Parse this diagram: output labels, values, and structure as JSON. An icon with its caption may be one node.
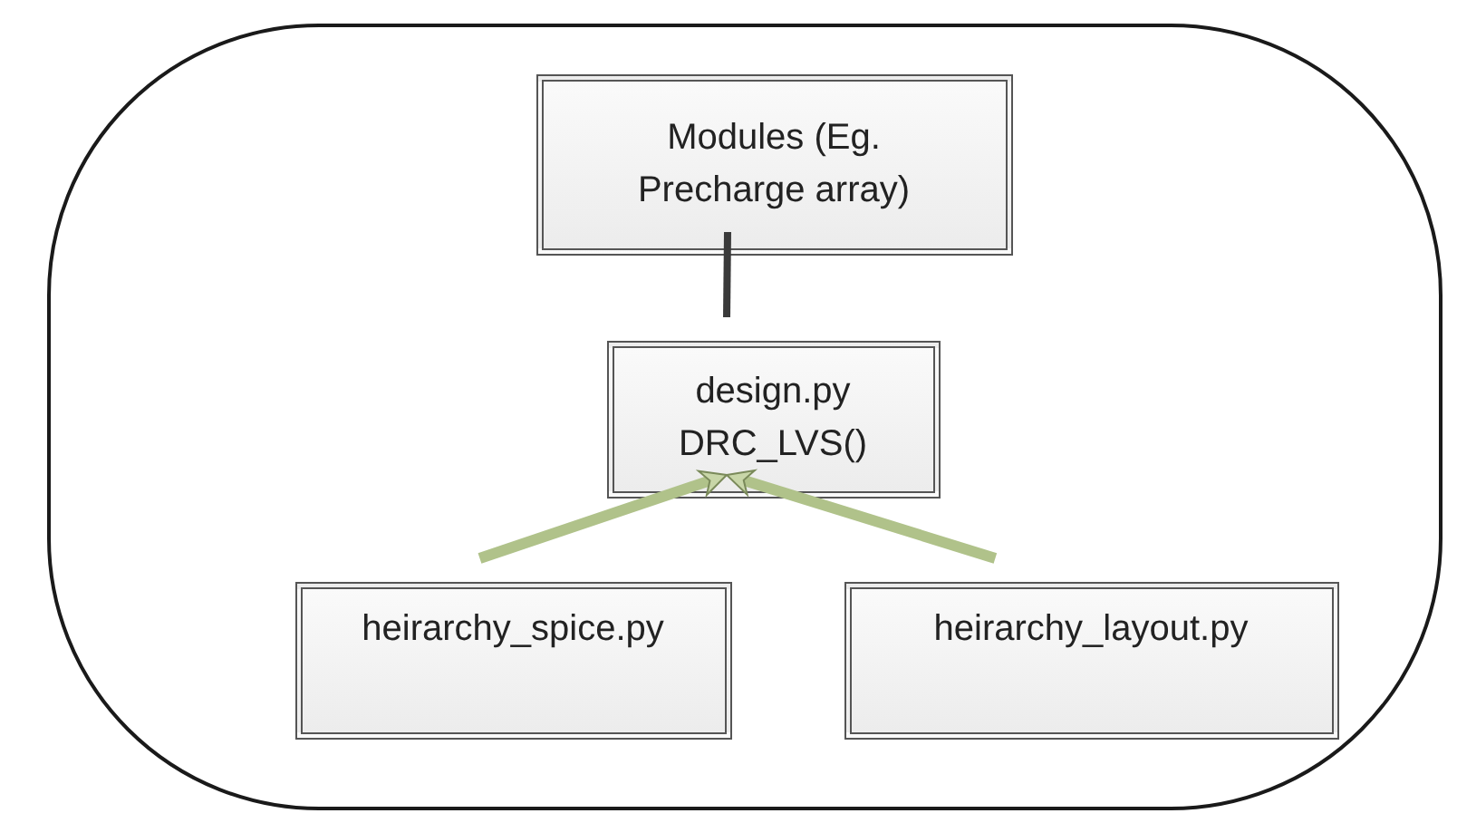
{
  "diagram": {
    "nodes": [
      {
        "text": [],
        "shape": "oval"
      },
      {
        "text": [
          "Modules (Eg. Precharge array)"
        ],
        "in": 0
      },
      {
        "text": [
          "design.py DRC_LVS()"
        ],
        "in": 0
      },
      {
        "text": [
          "heirarchy_spice.py"
        ],
        "in": 0
      },
      {
        "text": [
          "heirarchy_layout.py"
        ],
        "in": 0
      }
    ],
    "edges": [
      {
        "from": 1,
        "to": 2,
        "arrow": "none",
        "color": "#3a3a3a"
      },
      {
        "from": 3,
        "to": 2,
        "arrow": "to"
      },
      {
        "from": 4,
        "to": 2,
        "arrow": "to"
      }
    ]
  }
}
